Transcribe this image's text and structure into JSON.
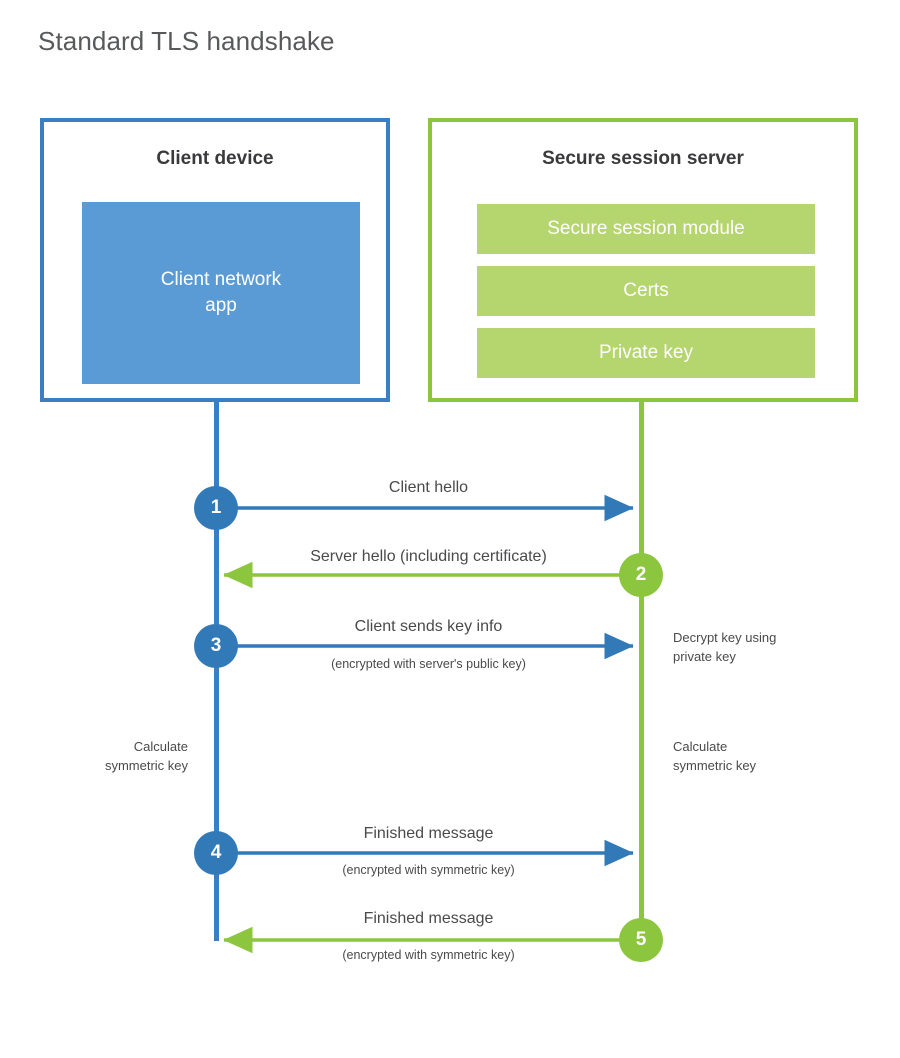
{
  "diagram": {
    "title": "Standard TLS handshake",
    "accent_blue": "#3a7fc1",
    "accent_blue_fill": "#5b9bd5",
    "accent_green": "#8cc63f",
    "accent_green_fill": "#b5d56f",
    "text_color": "#4a4a4c"
  },
  "client": {
    "title": "Client device",
    "app_label": "Client network\napp"
  },
  "server": {
    "title": "Secure session server",
    "components": [
      {
        "label": "Secure session module"
      },
      {
        "label": "Certs"
      },
      {
        "label": "Private key"
      }
    ]
  },
  "steps": [
    {
      "number": "1",
      "color": "blue",
      "direction": "client-to-server",
      "label": "Client hello",
      "sublabel": ""
    },
    {
      "number": "2",
      "color": "green",
      "direction": "server-to-client",
      "label": "Server hello (including certificate)",
      "sublabel": ""
    },
    {
      "number": "3",
      "color": "blue",
      "direction": "client-to-server",
      "label": "Client sends key info",
      "sublabel": "(encrypted with server's public key)"
    },
    {
      "number": "4",
      "color": "blue",
      "direction": "client-to-server",
      "label": "Finished message",
      "sublabel": "(encrypted with symmetric key)"
    },
    {
      "number": "5",
      "color": "green",
      "direction": "server-to-client",
      "label": "Finished message",
      "sublabel": "(encrypted with symmetric key)"
    }
  ],
  "annotations": {
    "decrypt_note": "Decrypt key using\nprivate key",
    "client_calculate": "Calculate\nsymmetric key",
    "server_calculate": "Calculate\nsymmetric key"
  },
  "chart_data": {
    "type": "sequence-diagram",
    "title": "Standard TLS handshake",
    "participants": [
      "Client device",
      "Secure session server"
    ],
    "messages": [
      {
        "step": 1,
        "from": "Client device",
        "to": "Secure session server",
        "label": "Client hello"
      },
      {
        "step": 2,
        "from": "Secure session server",
        "to": "Client device",
        "label": "Server hello (including certificate)"
      },
      {
        "step": 3,
        "from": "Client device",
        "to": "Secure session server",
        "label": "Client sends key info",
        "note": "(encrypted with server's public key)"
      },
      {
        "step": 4,
        "from": "Client device",
        "to": "Secure session server",
        "label": "Finished message",
        "note": "(encrypted with symmetric key)"
      },
      {
        "step": 5,
        "from": "Secure session server",
        "to": "Client device",
        "label": "Finished message",
        "note": "(encrypted with symmetric key)"
      }
    ],
    "activities": [
      {
        "actor": "Secure session server",
        "label": "Decrypt key using private key"
      },
      {
        "actor": "Client device",
        "label": "Calculate symmetric key"
      },
      {
        "actor": "Secure session server",
        "label": "Calculate symmetric key"
      }
    ]
  }
}
